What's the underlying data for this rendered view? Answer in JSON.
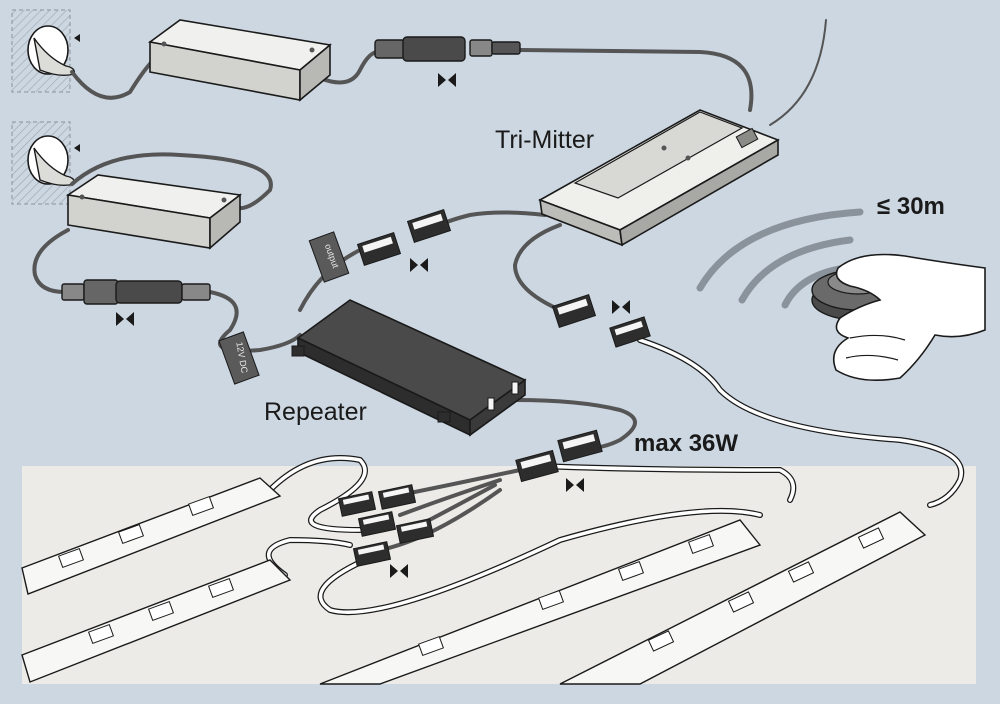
{
  "labels": {
    "tri_mitter": "Tri-Mitter",
    "repeater": "Repeater",
    "max_power": "max 36W",
    "range": "≤ 30m"
  },
  "device_text": {
    "repeater_tag": "12V DC",
    "output_tag": "output"
  },
  "colors": {
    "background": "#cdd7e1",
    "floor": "#ecebe7",
    "device_light": "#dcdcd8",
    "device_dark": "#4a4a4a",
    "cable": "#666666",
    "strip": "#f7f7f5",
    "outline": "#1a1a1a"
  }
}
